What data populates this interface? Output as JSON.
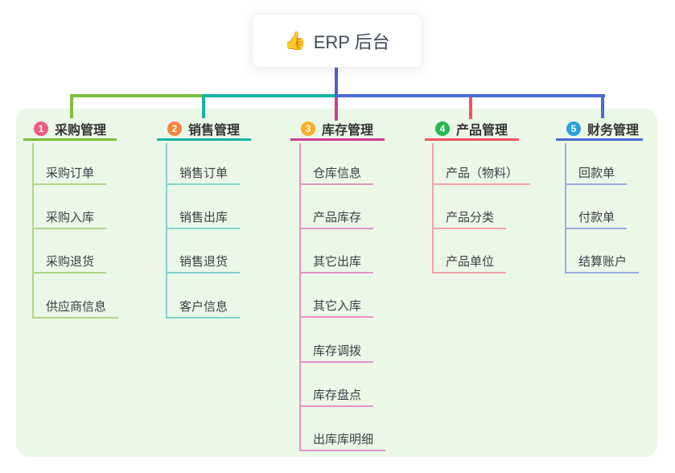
{
  "root": {
    "icon": "thumbs-up",
    "icon_glyph": "👍",
    "label": "ERP 后台"
  },
  "colors": {
    "trunk": "#545cd1",
    "panel_bg": "#ebf8e7",
    "title_text": "#333333",
    "child_text": "#3a3f44",
    "root_text": "#3e4a59"
  },
  "branches": [
    {
      "num": "1",
      "title": "采购管理",
      "badge_color": "#f4597c",
      "line_color": "#7cbe3b",
      "light_color": "#afd687",
      "children": [
        "采购订单",
        "采购入库",
        "采购退货",
        "供应商信息"
      ]
    },
    {
      "num": "2",
      "title": "销售管理",
      "badge_color": "#f5823d",
      "line_color": "#18b2a5",
      "light_color": "#82d3cb",
      "children": [
        "销售订单",
        "销售出库",
        "销售退货",
        "客户信息"
      ]
    },
    {
      "num": "3",
      "title": "库存管理",
      "badge_color": "#fbae27",
      "line_color": "#cc3f95",
      "light_color": "#e392c5",
      "children": [
        "仓库信息",
        "产品库存",
        "其它出库",
        "其它入库",
        "库存调拨",
        "库存盘点",
        "出库库明细"
      ]
    },
    {
      "num": "4",
      "title": "产品管理",
      "badge_color": "#28b851",
      "line_color": "#f4535e",
      "light_color": "#f8a0a6",
      "children": [
        "产品（物料）",
        "产品分类",
        "产品单位"
      ]
    },
    {
      "num": "5",
      "title": "财务管理",
      "badge_color": "#29a2dc",
      "line_color": "#4a6bd4",
      "light_color": "#9aace6",
      "children": [
        "回款单",
        "付款单",
        "结算账户"
      ]
    }
  ]
}
